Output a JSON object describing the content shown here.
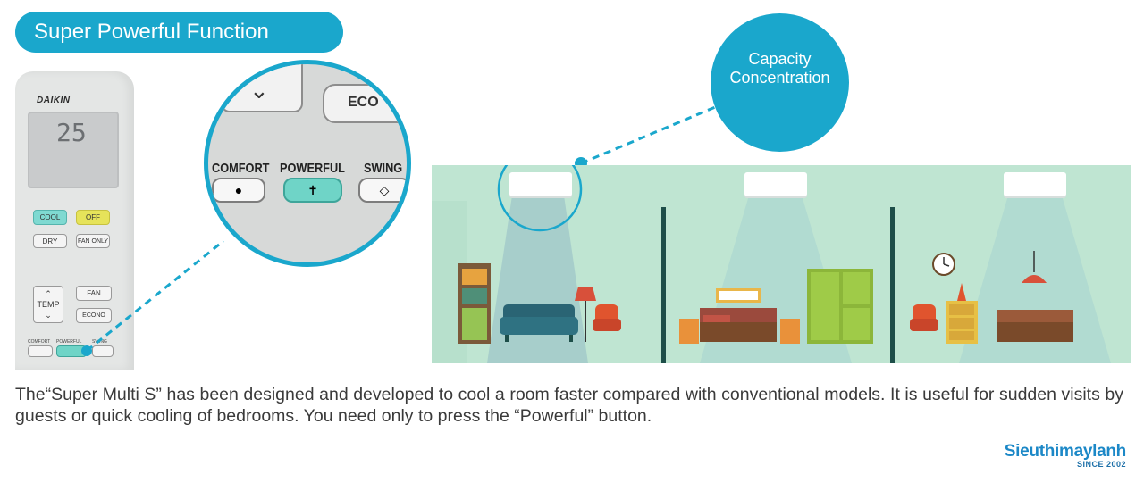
{
  "title": "Super Powerful Function",
  "remote": {
    "brand": "DAIKIN",
    "temperature": "25",
    "buttons": {
      "cool": "COOL",
      "off": "OFF",
      "dry": "DRY",
      "fan_only": "FAN ONLY",
      "temp": "TEMP",
      "fan": "FAN",
      "econo": "ECONO",
      "comfort": "COMFORT",
      "powerful": "POWERFUL",
      "swing": "SWING"
    }
  },
  "zoom": {
    "econo_partial": "ECO",
    "labels": [
      "COMFORT",
      "POWERFUL",
      "SWING"
    ]
  },
  "bubble_label_line1": "Capacity",
  "bubble_label_line2": "Concentration",
  "description": "The“Super Multi S” has been designed and developed to cool a room faster compared with conventional models. It is useful for sudden visits by guests or quick cooling of bedrooms. You need only to press the “Powerful” button.",
  "logo": {
    "name": "Sieuthimaylanh",
    "since": "SINCE 2002"
  },
  "colors": {
    "accent": "#1aa7cc",
    "scene_bg": "#bfe5d2",
    "wall": "#1d4e49"
  }
}
